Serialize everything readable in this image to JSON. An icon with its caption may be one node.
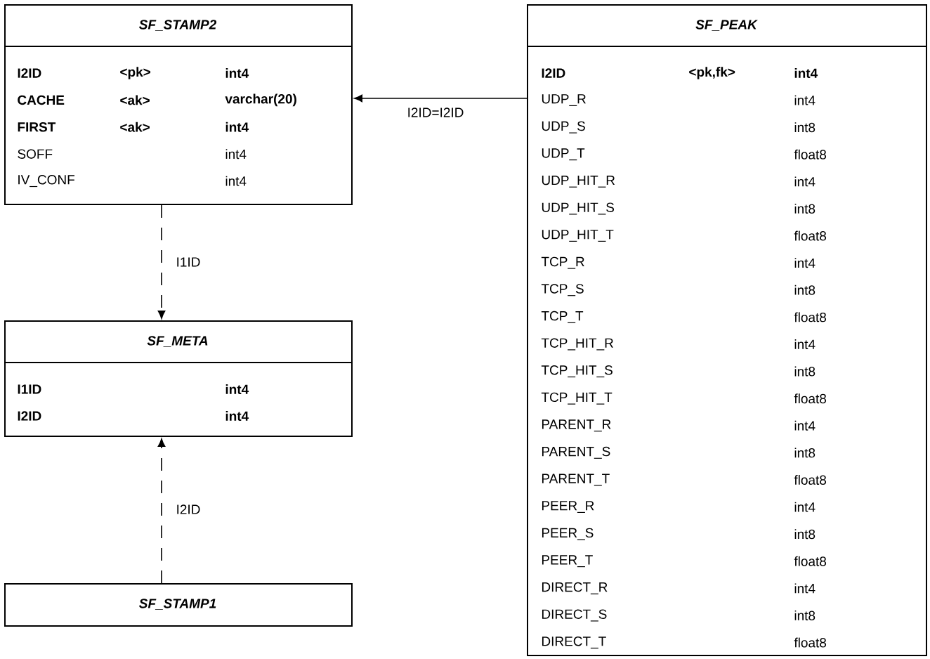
{
  "diagram": {
    "nodes": [
      {
        "text": [
          "SF_STAMP2",
          "**I2ID**",
          "**<pk>**",
          "**int4**",
          "**CACHE**",
          "**<ak>**",
          "**varchar(20)**",
          "**FIRST**",
          "**<ak>**",
          "**int4**",
          "SOFF",
          "int4",
          "IV_CONF",
          "int4"
        ]
      },
      {
        "text": [
          "SF_PEAK",
          "**I2ID**",
          "**<pk,fk>**",
          "**int4**",
          "UDP_R",
          "int4",
          "UDP_S",
          "int8",
          "UDP_T",
          "float8",
          "UDP_HIT_R",
          "int4",
          "UDP_HIT_S",
          "int8",
          "UDP_HIT_T",
          "float8",
          "TCP_R",
          "int4",
          "TCP_S",
          "int8",
          "TCP_T",
          "float8",
          "TCP_HIT_R",
          "int4",
          "TCP_HIT_S",
          "int8",
          "TCP_HIT_T",
          "float8",
          "PARENT_R",
          "int4",
          "PARENT_S",
          "int8",
          "PARENT_T",
          "float8",
          "PEER_R",
          "int4",
          "PEER_S",
          "int8",
          "PEER_T",
          "float8",
          "DIRECT_R",
          "int4",
          "DIRECT_S",
          "int8",
          "DIRECT_T",
          "float8"
        ]
      },
      {
        "text": [
          "SF_META",
          "**I1ID**",
          "**int4**",
          "**I2ID**",
          "**int4**"
        ]
      },
      {
        "text": [
          "SF_STAMP1"
        ]
      }
    ],
    "edges": [
      {
        "from": 1,
        "to": 0,
        "arrow": "to",
        "label": "I2ID=I2ID"
      },
      {
        "from": 0,
        "to": 2,
        "arrow": "to",
        "label": "I1ID",
        "style": "dashed"
      },
      {
        "from": 3,
        "to": 2,
        "arrow": "to",
        "label": "I2ID",
        "style": "dashed"
      }
    ]
  }
}
